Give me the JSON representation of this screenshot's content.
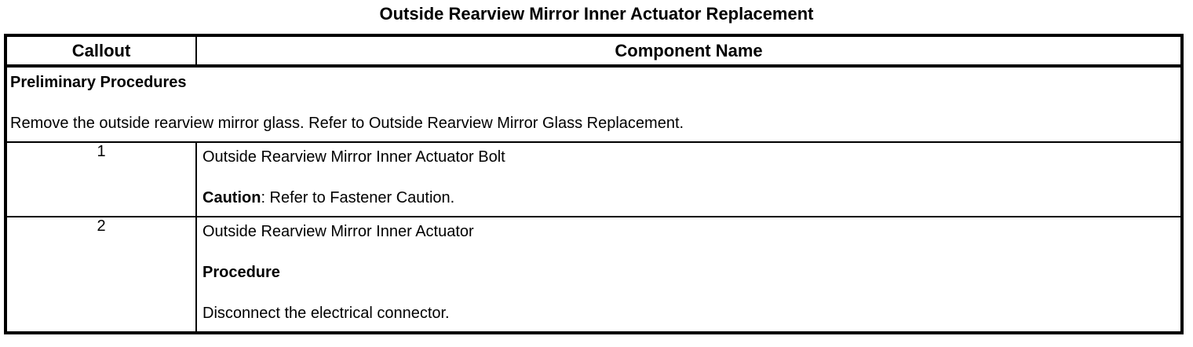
{
  "title": "Outside Rearview Mirror Inner Actuator Replacement",
  "table": {
    "header": {
      "callout": "Callout",
      "component": "Component Name"
    },
    "preliminary": {
      "heading": "Preliminary Procedures",
      "text": "Remove the outside rearview mirror glass. Refer to Outside Rearview Mirror Glass Replacement."
    },
    "rows": [
      {
        "callout": "1",
        "component": "Outside Rearview Mirror Inner Actuator Bolt",
        "note_label": "Caution",
        "note_text": ": Refer to Fastener Caution."
      },
      {
        "callout": "2",
        "component": "Outside Rearview Mirror Inner Actuator",
        "procedure_heading": "Procedure",
        "procedure_text": "Disconnect the electrical connector."
      }
    ]
  },
  "colors": {
    "text": "#000000",
    "border": "#000000",
    "background": "#ffffff"
  }
}
